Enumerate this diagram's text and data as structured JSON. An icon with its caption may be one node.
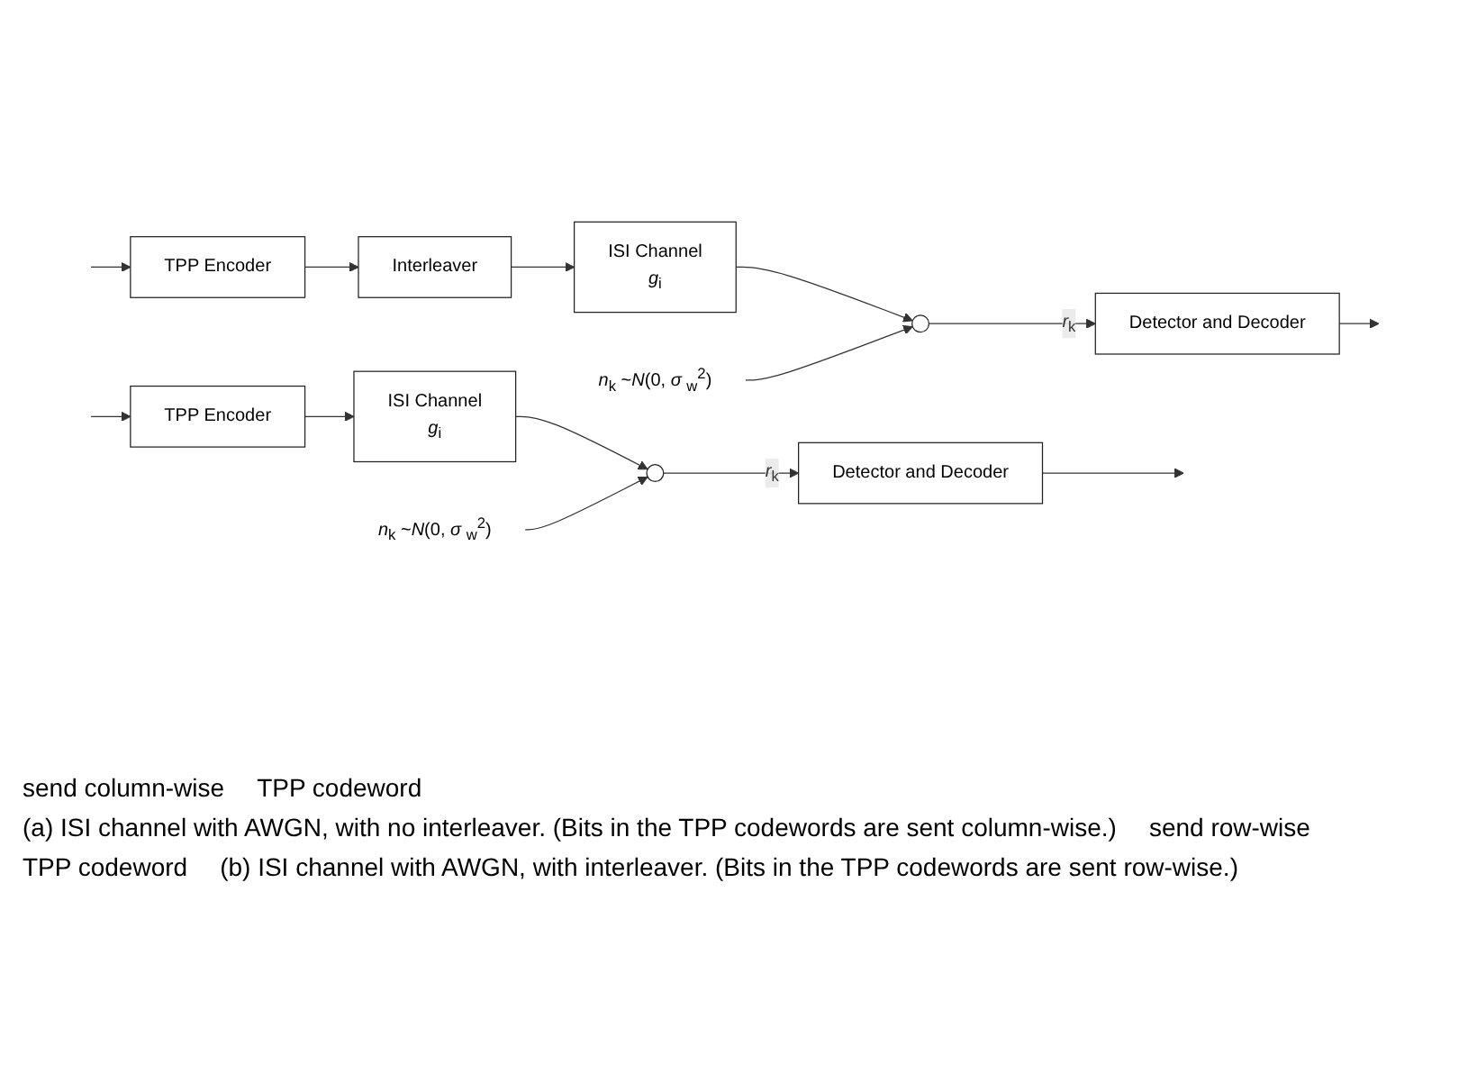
{
  "diagram": {
    "nodes": [
      {
        "text": [
          "TPP Encoder"
        ]
      },
      {
        "text": [
          "ISI Channel",
          "*g*$_{i}$"
        ]
      },
      {
        "text": [
          "*n*$_{k}$ ~*N*(0, *σ* $_{w}$$^{2}$)"
        ]
      },
      {
        "text": [],
        "shape": "circle"
      },
      {
        "text": [
          "Detector and Decoder"
        ]
      },
      {
        "text": [
          "TPP Encoder"
        ]
      },
      {
        "text": [
          "Interleaver"
        ]
      },
      {
        "text": [
          "ISI Channel",
          "*g*$_{i}$"
        ]
      },
      {
        "text": [
          "*n*$_{k}$ ~*N*(0, *σ* $_{w}$$^{2}$)"
        ]
      },
      {
        "text": [],
        "shape": "circle"
      },
      {
        "text": [
          "Detector and Decoder"
        ]
      }
    ],
    "edges": [
      {
        "from": null,
        "to": 0,
        "arrow": "to"
      },
      {
        "from": 0,
        "to": 1,
        "arrow": "to"
      },
      {
        "from": 1,
        "to": 3,
        "arrow": "to"
      },
      {
        "from": 2,
        "to": 3,
        "arrow": "to"
      },
      {
        "from": 3,
        "to": 4,
        "label": "*r*$_{k}$",
        "arrow": "to"
      },
      {
        "from": 4,
        "to": null,
        "arrow": "to"
      },
      {
        "from": null,
        "to": 5,
        "arrow": "to"
      },
      {
        "from": 5,
        "to": 6,
        "arrow": "to"
      },
      {
        "from": 6,
        "to": 7,
        "arrow": "to"
      },
      {
        "from": 7,
        "to": 9,
        "arrow": "to"
      },
      {
        "from": 8,
        "to": 9,
        "arrow": "to"
      },
      {
        "from": 9,
        "to": 10,
        "label": "*r*$_{k}$",
        "arrow": "to"
      },
      {
        "from": 10,
        "to": null,
        "arrow": "to"
      }
    ],
    "labels": [
      "send column-wise",
      "TPP codeword",
      "(a) ISI channel with AWGN, with no interleaver. (Bits in the TPP codewords are sent column-wise.)",
      "send row-wise",
      "TPP codeword",
      "(b) ISI channel with AWGN, with interleaver. (Bits in the TPP codewords are sent row-wise.)"
    ]
  }
}
